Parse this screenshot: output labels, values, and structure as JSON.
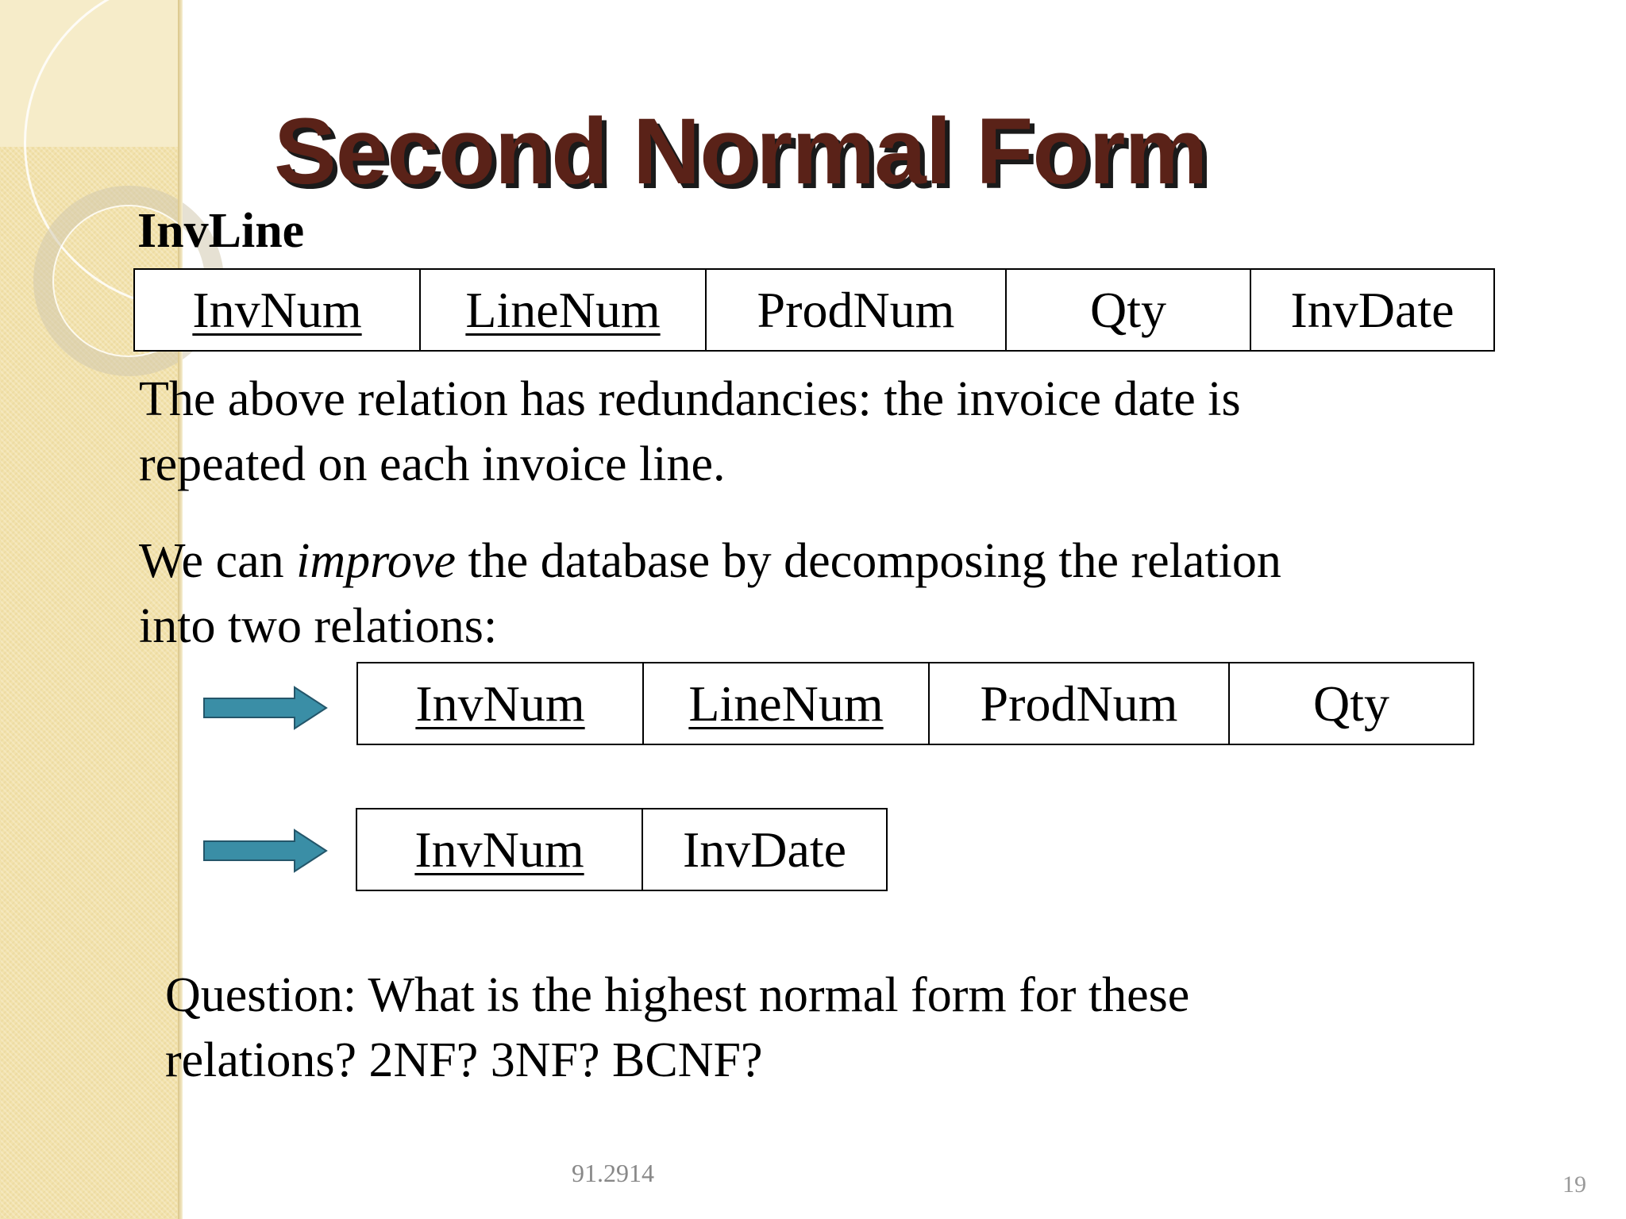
{
  "slide": {
    "title": "Second Normal Form",
    "relation_name": "InvLine",
    "original_relation": {
      "columns": [
        {
          "name": "InvNum",
          "key": true
        },
        {
          "name": "LineNum",
          "key": true
        },
        {
          "name": "ProdNum",
          "key": false
        },
        {
          "name": "Qty",
          "key": false
        },
        {
          "name": "InvDate",
          "key": false
        }
      ]
    },
    "paragraph1": {
      "line1": "The above relation has redundancies: the invoice date is",
      "line2": "repeated on each invoice line."
    },
    "paragraph2": {
      "line1_before": "We can ",
      "line1_emphasis": "improve",
      "line1_after": " the database by decomposing the relation",
      "line2": "into two relations:"
    },
    "decomposed_relation_1": {
      "columns": [
        {
          "name": "InvNum",
          "key": true
        },
        {
          "name": "LineNum",
          "key": true
        },
        {
          "name": "ProdNum",
          "key": false
        },
        {
          "name": "Qty",
          "key": false
        }
      ]
    },
    "decomposed_relation_2": {
      "columns": [
        {
          "name": "InvNum",
          "key": true
        },
        {
          "name": "InvDate",
          "key": false
        }
      ]
    },
    "question": {
      "line1": "Question: What is the highest normal form for these",
      "line2": "relations? 2NF? 3NF? BCNF?"
    },
    "footer_text": "91.2914",
    "page_number": "19"
  },
  "colors": {
    "title": "#5a2218",
    "title_shadow": "#1a1a1a",
    "arrow": "#3a8ea6",
    "strip": "#f2e2ac"
  },
  "icons": {
    "arrow": "right-arrow-icon"
  }
}
